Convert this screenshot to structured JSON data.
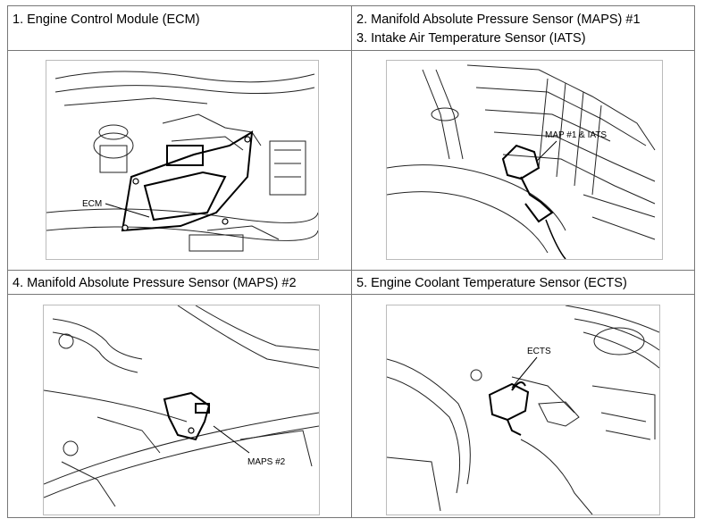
{
  "cells": [
    {
      "captions": [
        "1. Engine Control Module (ECM)"
      ],
      "callout": "ECM"
    },
    {
      "captions": [
        "2. Manifold Absolute Pressure Sensor (MAPS) #1",
        "3. Intake Air Temperature Sensor (IATS)"
      ],
      "callout": "MAP #1 & IATS"
    },
    {
      "captions": [
        "4. Manifold Absolute Pressure Sensor (MAPS) #2"
      ],
      "callout": "MAPS #2"
    },
    {
      "captions": [
        "5. Engine Coolant Temperature Sensor (ECTS)"
      ],
      "callout": "ECTS"
    }
  ]
}
